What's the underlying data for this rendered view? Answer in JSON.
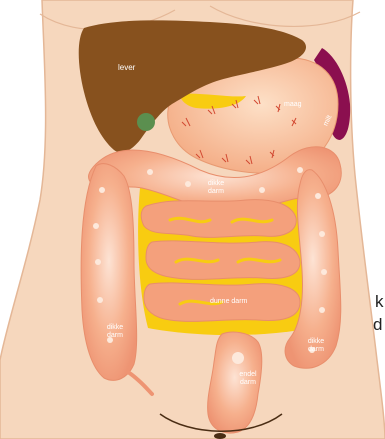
{
  "labels": {
    "lever": "lever",
    "maag": "maag",
    "milt": "milt",
    "dikke_darm_top_1": "dikke",
    "dikke_darm_top_2": "darm",
    "dunne_darm": "dunne darm",
    "dikke_darm_left_1": "dikke",
    "dikke_darm_left_2": "darm",
    "dikke_darm_right_1": "dikke",
    "dikke_darm_right_2": "darm",
    "endeldarm_1": "endel",
    "endeldarm_2": "darm"
  },
  "side_text": {
    "line_1": "k",
    "line_2": "d"
  },
  "colors": {
    "skin": "#f6d7bd",
    "skin_edge": "#e4b797",
    "liver": "#87511e",
    "stomach": "#f7b989",
    "spleen": "#8b0f4f",
    "intestine": "#f4a07c",
    "intestine_highlight": "#fbd7c1",
    "fat": "#f8cc11",
    "vessel": "#d24932",
    "gallbladder": "#5b8f4f"
  }
}
